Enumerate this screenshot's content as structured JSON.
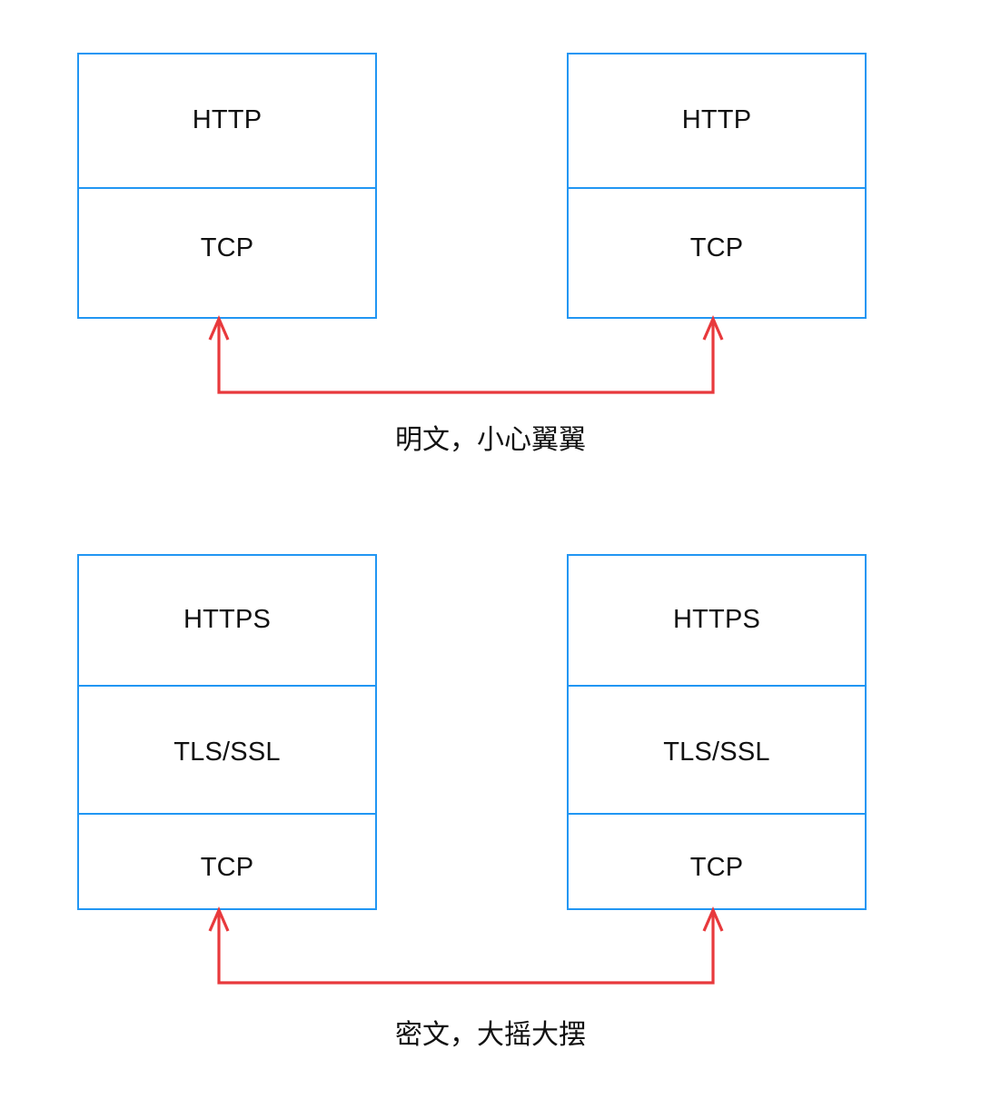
{
  "diagram": {
    "title": "HTTP vs HTTPS protocol stack comparison",
    "colors": {
      "box_border": "#2196f3",
      "arrow": "#e8393c",
      "text": "#111111",
      "background": "#ffffff"
    },
    "sections": [
      {
        "id": "http-section",
        "caption": "明文，小心翼翼",
        "stacks": [
          {
            "id": "http-client-stack",
            "side": "left",
            "layers": [
              {
                "label": "HTTP"
              },
              {
                "label": "TCP"
              }
            ]
          },
          {
            "id": "http-server-stack",
            "side": "right",
            "layers": [
              {
                "label": "HTTP"
              },
              {
                "label": "TCP"
              }
            ]
          }
        ],
        "connector": {
          "kind": "double-headed-arrow",
          "direction": "bidirectional-up"
        }
      },
      {
        "id": "https-section",
        "caption": "密文，大摇大摆",
        "stacks": [
          {
            "id": "https-client-stack",
            "side": "left",
            "layers": [
              {
                "label": "HTTPS"
              },
              {
                "label": "TLS/SSL"
              },
              {
                "label": "TCP"
              }
            ]
          },
          {
            "id": "https-server-stack",
            "side": "right",
            "layers": [
              {
                "label": "HTTPS"
              },
              {
                "label": "TLS/SSL"
              },
              {
                "label": "TCP"
              }
            ]
          }
        ],
        "connector": {
          "kind": "double-headed-arrow",
          "direction": "bidirectional-up"
        }
      }
    ]
  }
}
